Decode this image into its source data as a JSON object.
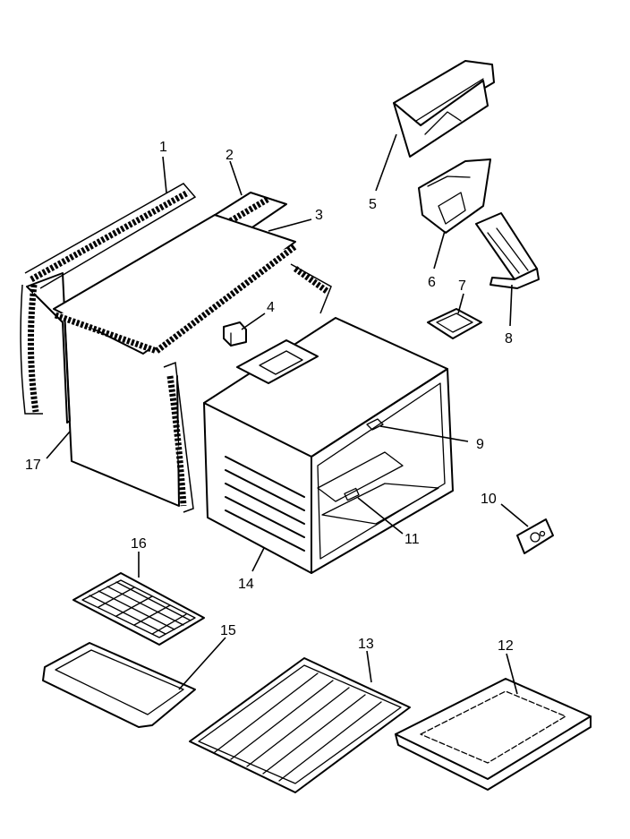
{
  "parts": [
    {
      "ref": "1"
    },
    {
      "ref": "2"
    },
    {
      "ref": "3"
    },
    {
      "ref": "4"
    },
    {
      "ref": "5"
    },
    {
      "ref": "6"
    },
    {
      "ref": "7"
    },
    {
      "ref": "8"
    },
    {
      "ref": "9"
    },
    {
      "ref": "10"
    },
    {
      "ref": "11"
    },
    {
      "ref": "12"
    },
    {
      "ref": "13"
    },
    {
      "ref": "14"
    },
    {
      "ref": "15"
    },
    {
      "ref": "16"
    },
    {
      "ref": "17"
    }
  ]
}
